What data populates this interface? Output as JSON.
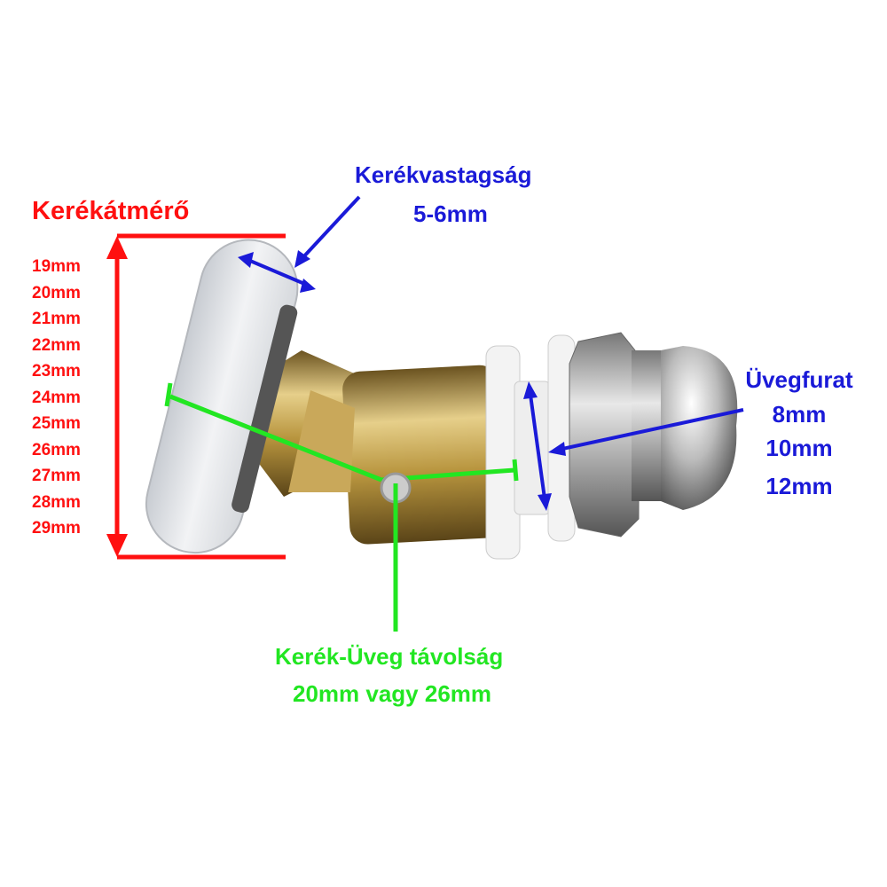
{
  "diameter": {
    "title": "Kerékátmérő",
    "options": [
      "19mm",
      "20mm",
      "21mm",
      "22mm",
      "23mm",
      "24mm",
      "25mm",
      "26mm",
      "27mm",
      "28mm",
      "29mm"
    ],
    "color": "#ff1010"
  },
  "thickness": {
    "title": "Kerékvastagság",
    "value": "5-6mm",
    "color": "#1a1ad8"
  },
  "glass_hole": {
    "title": "Üvegfurat",
    "options": [
      "8mm",
      "10mm",
      "12mm"
    ],
    "color": "#1a1ad8"
  },
  "distance": {
    "title": "Kerék-Üveg távolság",
    "value": "20mm vagy 26mm",
    "color": "#22e622"
  }
}
